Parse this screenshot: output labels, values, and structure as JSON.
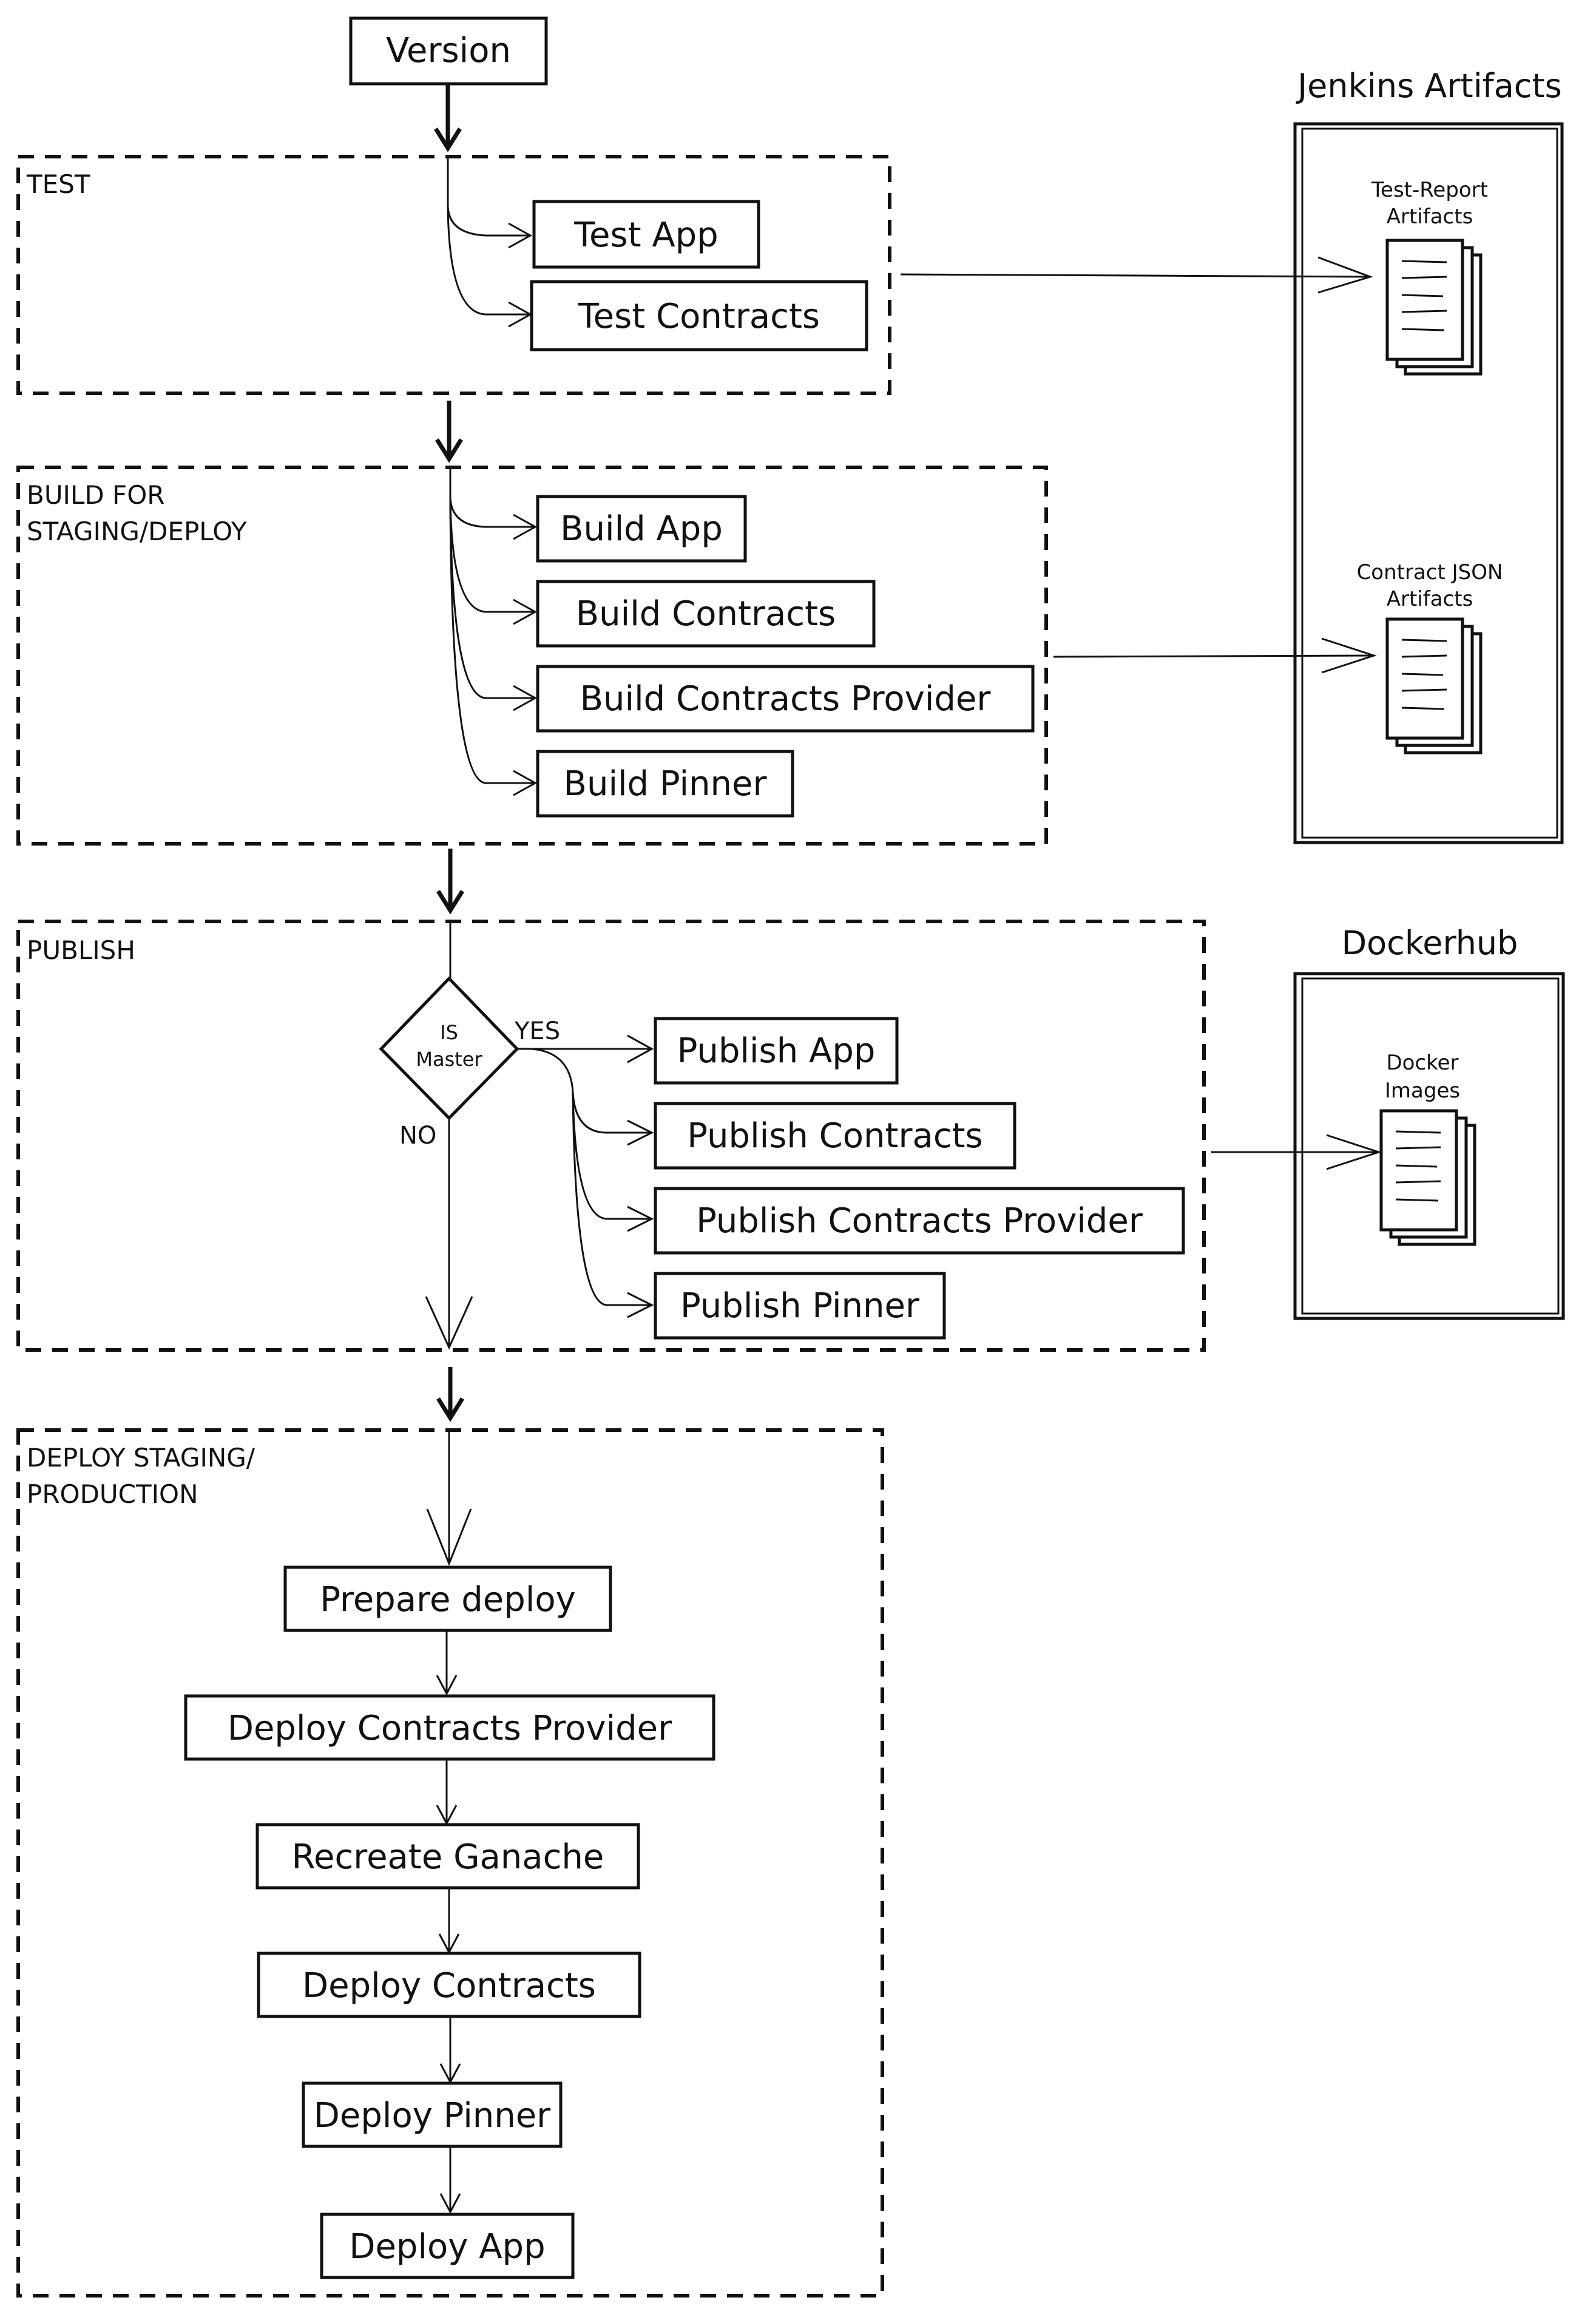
{
  "diagram": {
    "version": "Version",
    "stages": {
      "test": "TEST",
      "build_line1": "BUILD FOR",
      "build_line2": "STAGING/DEPLOY",
      "publish": "PUBLISH",
      "deploy_line1": "DEPLOY STAGING/",
      "deploy_line2": "PRODUCTION"
    },
    "test_steps": [
      "Test App",
      "Test Contracts"
    ],
    "build_steps": [
      "Build App",
      "Build Contracts",
      "Build Contracts Provider",
      "Build Pinner"
    ],
    "publish_steps": [
      "Publish App",
      "Publish Contracts",
      "Publish Contracts Provider",
      "Publish Pinner"
    ],
    "decision": {
      "line1": "IS",
      "line2": "Master",
      "yes": "YES",
      "no": "NO"
    },
    "deploy_steps": [
      "Prepare deploy",
      "Deploy Contracts Provider",
      "Recreate Ganache",
      "Deploy Contracts",
      "Deploy Pinner",
      "Deploy App"
    ],
    "jenkins": {
      "title": "Jenkins Artifacts",
      "test_report_line1": "Test-Report",
      "test_report_line2": "Artifacts",
      "contract_json_line1": "Contract JSON",
      "contract_json_line2": "Artifacts"
    },
    "dockerhub": {
      "title": "Dockerhub",
      "images_line1": "Docker",
      "images_line2": "Images"
    }
  }
}
